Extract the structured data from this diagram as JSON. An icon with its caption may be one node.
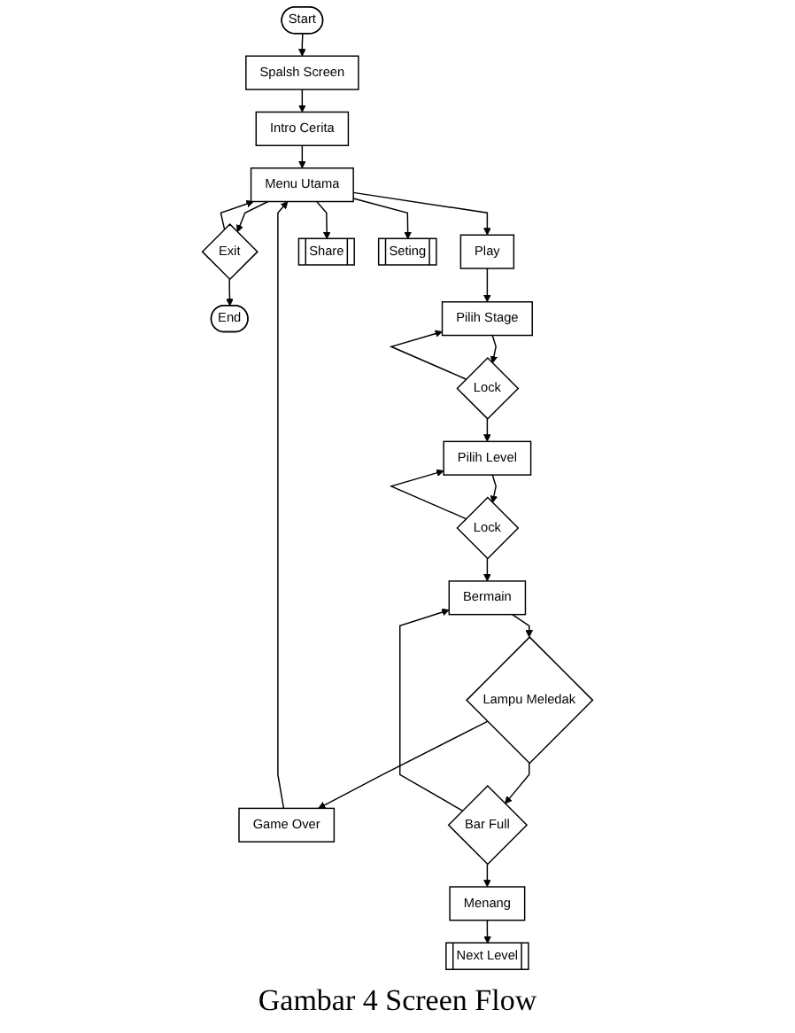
{
  "diagram": {
    "caption": "Gambar 4 Screen Flow",
    "nodes": [
      {
        "text": [
          "Start"
        ]
      },
      {
        "text": [
          "Spalsh Screen"
        ]
      },
      {
        "text": [
          "Intro Cerita"
        ]
      },
      {
        "text": [
          "Menu Utama"
        ]
      },
      {
        "text": [
          "Exit"
        ]
      },
      {
        "text": [
          "End"
        ]
      },
      {
        "text": [
          "Play"
        ]
      },
      {
        "text": [
          "Share"
        ]
      },
      {
        "text": [
          "Seting"
        ]
      },
      {
        "text": [
          "Pilih Stage"
        ]
      },
      {
        "text": [
          "Lock"
        ]
      },
      {
        "text": [
          "Pilih Level"
        ]
      },
      {
        "text": [
          "Lock"
        ]
      },
      {
        "text": [
          "Bermain"
        ]
      },
      {
        "text": [
          "Lampu Meledak"
        ]
      },
      {
        "text": [
          "Game Over"
        ]
      },
      {
        "text": [
          "Bar Full"
        ]
      },
      {
        "text": [
          "Menang"
        ]
      },
      {
        "text": [
          "Next Level"
        ]
      }
    ],
    "edges": [
      {
        "from": 0,
        "to": 1,
        "arrow": "to"
      },
      {
        "from": 1,
        "to": 2,
        "arrow": "to"
      },
      {
        "from": 2,
        "to": 3,
        "arrow": "to"
      },
      {
        "from": 3,
        "to": 4,
        "arrow": "to"
      },
      {
        "from": 4,
        "to": 5,
        "arrow": "to"
      },
      {
        "from": 4,
        "to": 3,
        "arrow": "to"
      },
      {
        "from": 3,
        "to": 6,
        "arrow": "to"
      },
      {
        "from": 3,
        "to": 7,
        "arrow": "to"
      },
      {
        "from": 3,
        "to": 8,
        "arrow": "to"
      },
      {
        "from": 6,
        "to": 9,
        "arrow": "to"
      },
      {
        "from": 9,
        "to": 10,
        "arrow": "to"
      },
      {
        "from": 10,
        "to": 9,
        "arrow": "to"
      },
      {
        "from": 10,
        "to": 11,
        "arrow": "to"
      },
      {
        "from": 11,
        "to": 12,
        "arrow": "to"
      },
      {
        "from": 12,
        "to": 11,
        "arrow": "to"
      },
      {
        "from": 12,
        "to": 13,
        "arrow": "to"
      },
      {
        "from": 13,
        "to": 14,
        "arrow": "to"
      },
      {
        "from": 14,
        "to": 15,
        "arrow": "to"
      },
      {
        "from": 15,
        "to": 3,
        "arrow": "to"
      },
      {
        "from": 14,
        "to": 16,
        "arrow": "to"
      },
      {
        "from": 16,
        "to": 13,
        "arrow": "to"
      },
      {
        "from": 16,
        "to": 17,
        "arrow": "to"
      },
      {
        "from": 17,
        "to": 18,
        "arrow": "to"
      }
    ]
  }
}
